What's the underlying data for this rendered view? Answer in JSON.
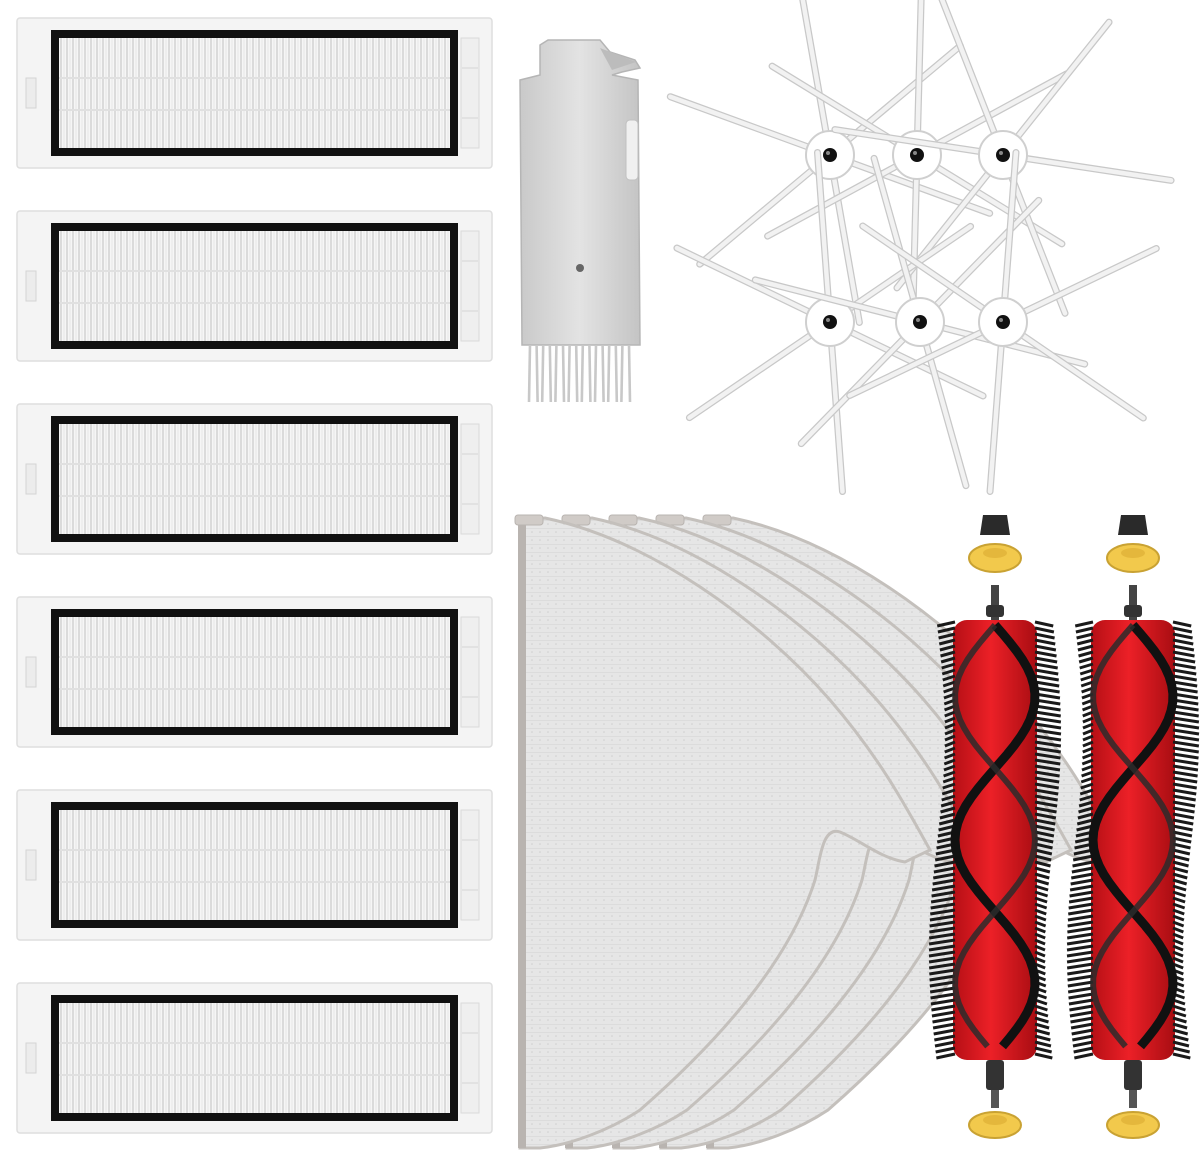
{
  "scene": {
    "description_hidden": "",
    "counts": {
      "hepa_filters": 6,
      "side_brushes": 6,
      "mop_pads": 5,
      "main_brushes": 2,
      "cleaning_tools": 1
    },
    "colors": {
      "background": "#ffffff",
      "filter_frame": "#f4f4f4",
      "filter_border": "#111111",
      "filter_pleat": "#d9d9d9",
      "side_brush": "#f2f2f2",
      "side_brush_outline": "#c8c8c8",
      "side_brush_hub": "#111111",
      "mop": "#e3e3e3",
      "mop_edge": "#b9b4b0",
      "roller_red": "#e3171e",
      "roller_bristle": "#1a1a1a",
      "roller_cap": "#f2c94c",
      "tool_body": "#d6d6d6"
    }
  }
}
